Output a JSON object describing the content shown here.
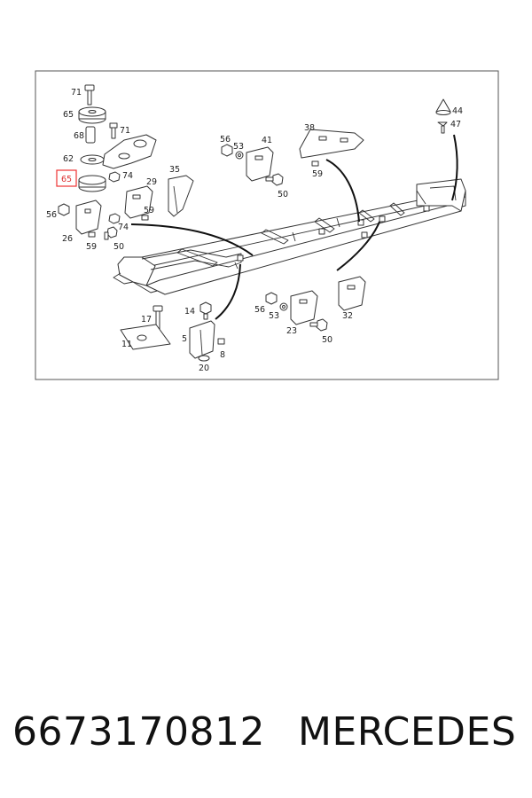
{
  "diagram": {
    "highlighted_label": "65",
    "labels": {
      "l71a": "71",
      "l65a": "65",
      "l71b": "71",
      "l68": "68",
      "l62": "62",
      "l65b": "65",
      "l74a": "74",
      "l29": "29",
      "l35": "35",
      "l56a": "56",
      "l59a": "59",
      "l74b": "74",
      "l26": "26",
      "l59b": "59",
      "l50a": "50",
      "l56b": "56",
      "l53a": "53",
      "l41": "41",
      "l50b": "50",
      "l38": "38",
      "l59c": "59",
      "l44": "44",
      "l47": "47",
      "l17": "17",
      "l14": "14",
      "l11": "11",
      "l5": "5",
      "l8": "8",
      "l20": "20",
      "l56c": "56",
      "l53b": "53",
      "l23": "23",
      "l50c": "50",
      "l32": "32"
    }
  },
  "footer": {
    "part_number": "6673170812",
    "brand": "MERCEDES"
  }
}
